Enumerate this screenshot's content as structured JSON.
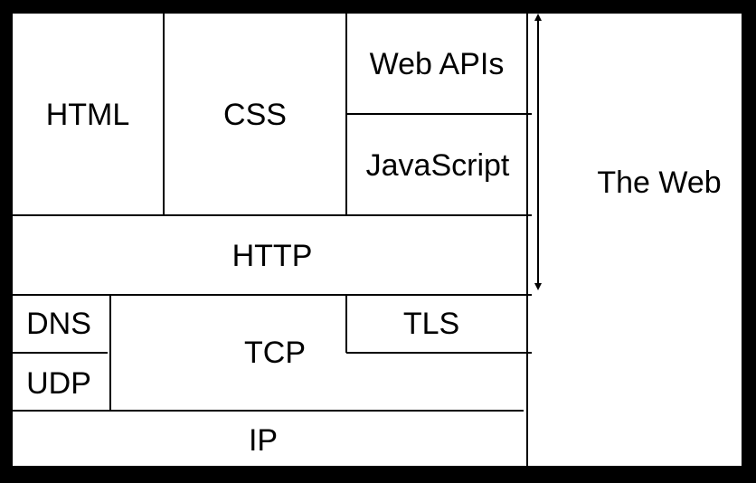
{
  "diagram": {
    "colors": {
      "background": "#000000",
      "panel": "#ffffff",
      "line": "#000000",
      "text": "#000000"
    },
    "nodes": {
      "html": "HTML",
      "css": "CSS",
      "web_apis": "Web APIs",
      "javascript": "JavaScript",
      "http": "HTTP",
      "dns": "DNS",
      "udp": "UDP",
      "tcp": "TCP",
      "tls": "TLS",
      "ip": "IP",
      "the_web": "The Web"
    }
  }
}
